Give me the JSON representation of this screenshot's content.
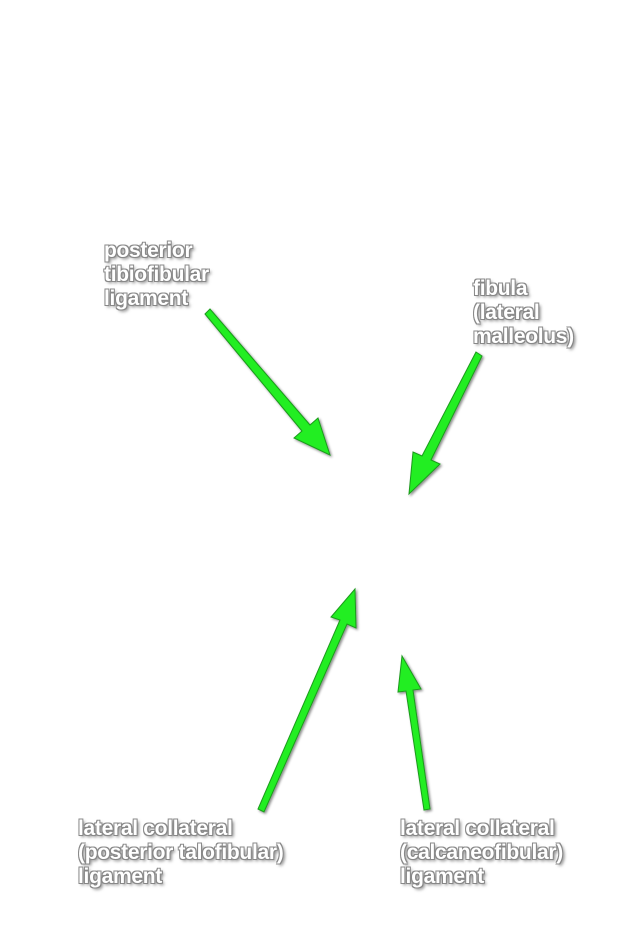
{
  "labels": {
    "posterior_tibiofibular": [
      "posterior",
      "tibiofibular",
      "ligament"
    ],
    "fibula": [
      "fibula",
      "(lateral",
      "malleolus)"
    ],
    "lateral_collateral_posterior": [
      "lateral collateral",
      "(posterior talofibular)",
      "ligament"
    ],
    "lateral_collateral_calcaneo": [
      "lateral collateral",
      "(calcaneofibular)",
      "ligament"
    ]
  },
  "colors": {
    "arrow_fill": "#22ee22",
    "arrow_stroke": "#1a9a1a",
    "label_text": "#ffffff",
    "background": "#ffffff"
  }
}
